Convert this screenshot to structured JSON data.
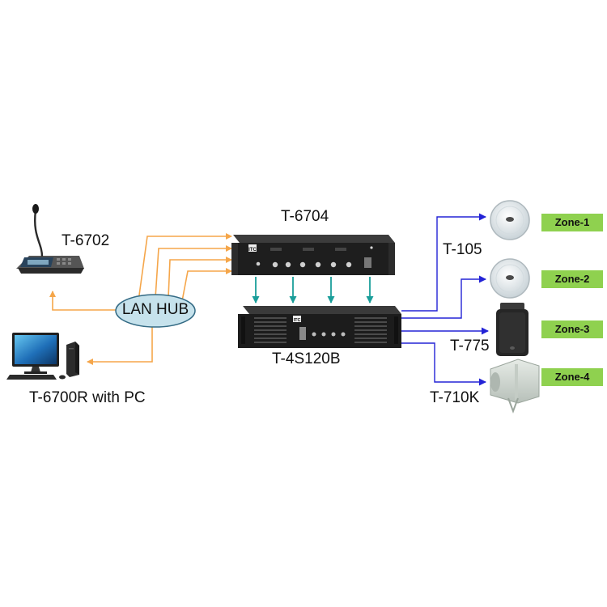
{
  "devices": {
    "mic_station": "T-6702",
    "pc_software": "T-6700R with PC",
    "network_hub": "LAN HUB",
    "matrix": "T-6704",
    "amplifier": "T-4S120B",
    "speaker_ceiling": "T-105",
    "speaker_wall": "T-775",
    "speaker_horn": "T-710K",
    "brand_mark": "ITC"
  },
  "zones": [
    {
      "label": "Zone-1"
    },
    {
      "label": "Zone-2"
    },
    {
      "label": "Zone-3"
    },
    {
      "label": "Zone-4"
    }
  ],
  "colors": {
    "network_lines": "#f5a64a",
    "audio_link_arrows": "#1a9e9a",
    "speaker_lines": "#2323d6",
    "zone_badge": "#8fd14f",
    "hub_fill": "#c6e2ec",
    "hub_stroke": "#336a84"
  }
}
